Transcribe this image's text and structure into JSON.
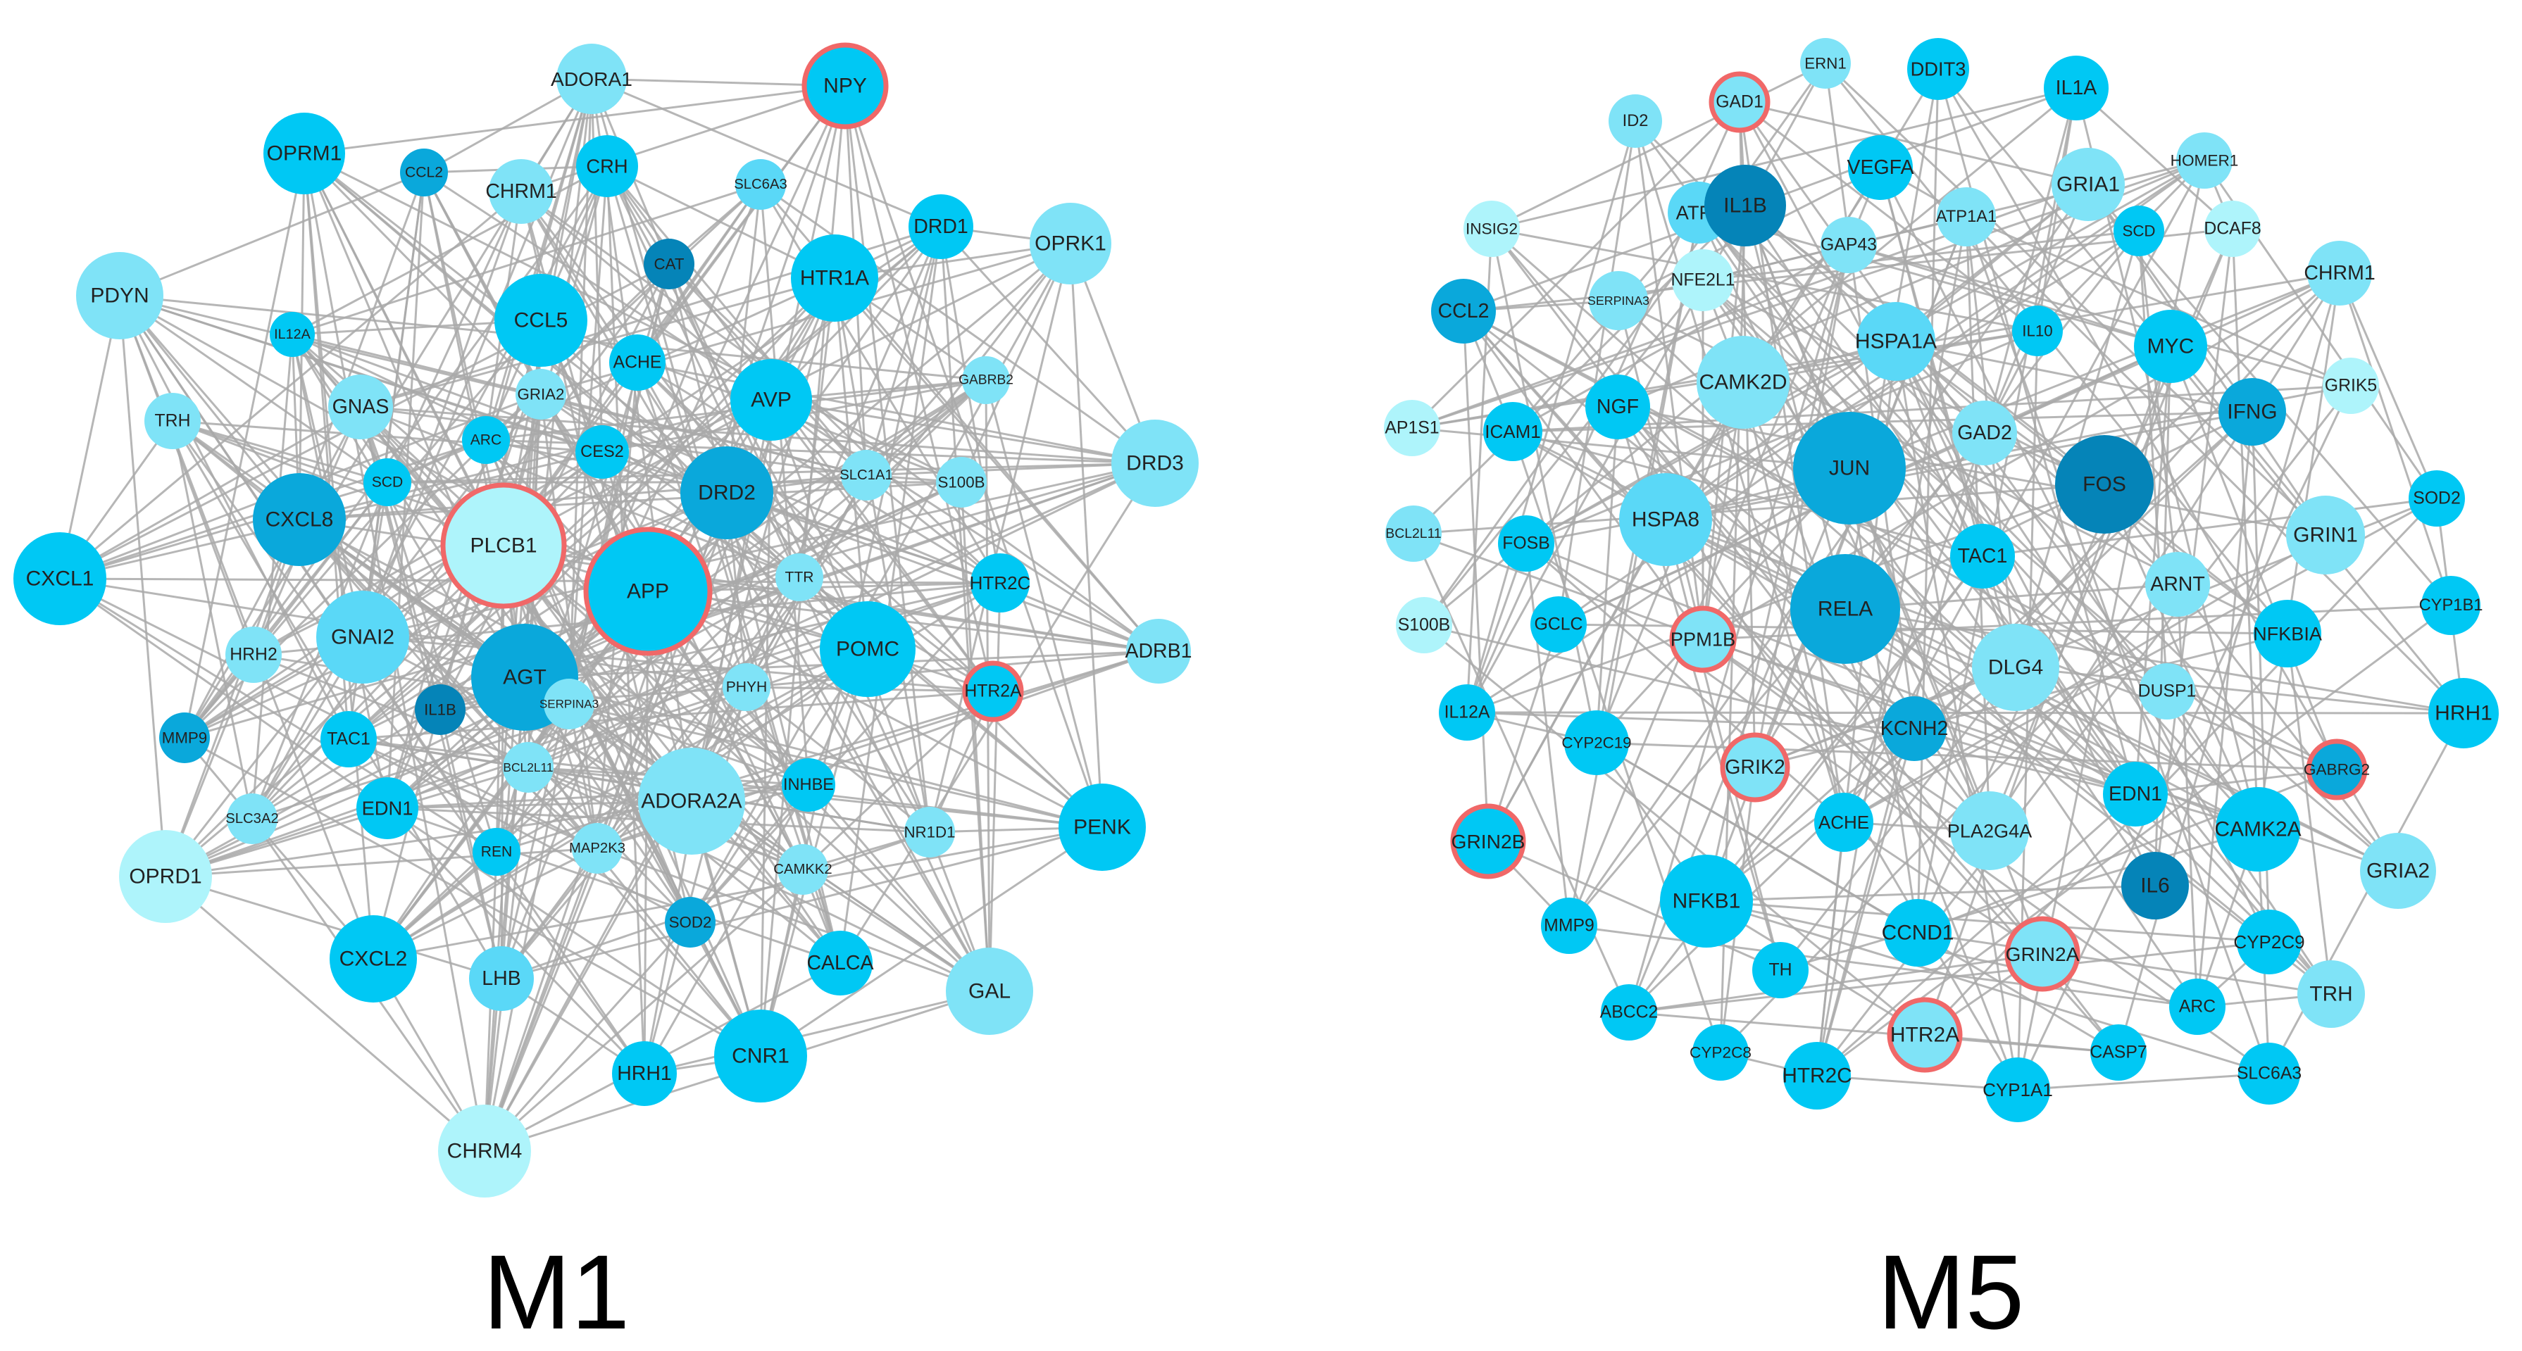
{
  "panels": [
    {
      "label": "M1",
      "nodes": [
        {
          "id": "ADORA1",
          "shade": 1
        },
        {
          "id": "NPY",
          "shade": 3,
          "highlight": true
        },
        {
          "id": "OPRM1",
          "shade": 3
        },
        {
          "id": "CCL2",
          "shade": 4
        },
        {
          "id": "CHRM1",
          "shade": 1
        },
        {
          "id": "CRH",
          "shade": 3
        },
        {
          "id": "SLC6A3",
          "shade": 2
        },
        {
          "id": "DRD1",
          "shade": 3
        },
        {
          "id": "OPRK1",
          "shade": 1
        },
        {
          "id": "PDYN",
          "shade": 1
        },
        {
          "id": "CAT",
          "shade": 5
        },
        {
          "id": "HTR1A",
          "shade": 3
        },
        {
          "id": "IL12A",
          "shade": 3
        },
        {
          "id": "CCL5",
          "shade": 3
        },
        {
          "id": "ACHE",
          "shade": 3
        },
        {
          "id": "GABRB2",
          "shade": 1
        },
        {
          "id": "TRH",
          "shade": 1
        },
        {
          "id": "GNAS",
          "shade": 1
        },
        {
          "id": "GRIA2",
          "shade": 1
        },
        {
          "id": "AVP",
          "shade": 3
        },
        {
          "id": "ARC",
          "shade": 3
        },
        {
          "id": "CES2",
          "shade": 3
        },
        {
          "id": "DRD3",
          "shade": 1
        },
        {
          "id": "SCD",
          "shade": 3
        },
        {
          "id": "SLC1A1",
          "shade": 1
        },
        {
          "id": "S100B",
          "shade": 1
        },
        {
          "id": "CXCL8",
          "shade": 4
        },
        {
          "id": "DRD2",
          "shade": 4
        },
        {
          "id": "PLCB1",
          "shade": 0,
          "highlight": true
        },
        {
          "id": "APP",
          "shade": 3,
          "highlight": true
        },
        {
          "id": "CXCL1",
          "shade": 3
        },
        {
          "id": "TTR",
          "shade": 1
        },
        {
          "id": "HTR2C",
          "shade": 3
        },
        {
          "id": "HRH2",
          "shade": 1
        },
        {
          "id": "GNAI2",
          "shade": 2
        },
        {
          "id": "POMC",
          "shade": 3
        },
        {
          "id": "ADRB1",
          "shade": 1
        },
        {
          "id": "AGT",
          "shade": 4
        },
        {
          "id": "IL1B",
          "shade": 5
        },
        {
          "id": "SERPINA3",
          "shade": 1
        },
        {
          "id": "PHYH",
          "shade": 1
        },
        {
          "id": "HTR2A",
          "shade": 3,
          "highlight": true
        },
        {
          "id": "MMP9",
          "shade": 4
        },
        {
          "id": "TAC1",
          "shade": 3
        },
        {
          "id": "BCL2L11",
          "shade": 1
        },
        {
          "id": "EDN1",
          "shade": 3
        },
        {
          "id": "ADORA2A",
          "shade": 1
        },
        {
          "id": "INHBE",
          "shade": 3
        },
        {
          "id": "SLC3A2",
          "shade": 1
        },
        {
          "id": "NR1D1",
          "shade": 1
        },
        {
          "id": "PENK",
          "shade": 3
        },
        {
          "id": "REN",
          "shade": 3
        },
        {
          "id": "MAP2K3",
          "shade": 1
        },
        {
          "id": "CAMKK2",
          "shade": 1
        },
        {
          "id": "OPRD1",
          "shade": 0
        },
        {
          "id": "SOD2",
          "shade": 4
        },
        {
          "id": "CXCL2",
          "shade": 3
        },
        {
          "id": "CALCA",
          "shade": 3
        },
        {
          "id": "GAL",
          "shade": 1
        },
        {
          "id": "LHB",
          "shade": 2
        },
        {
          "id": "CNR1",
          "shade": 3
        },
        {
          "id": "HRH1",
          "shade": 3
        },
        {
          "id": "CHRM4",
          "shade": 0
        }
      ]
    },
    {
      "label": "M5",
      "nodes": [
        {
          "id": "ERN1",
          "shade": 1
        },
        {
          "id": "DDIT3",
          "shade": 3
        },
        {
          "id": "IL1A",
          "shade": 3
        },
        {
          "id": "ID2",
          "shade": 1
        },
        {
          "id": "GAD1",
          "shade": 1,
          "highlight": true
        },
        {
          "id": "HOMER1",
          "shade": 1
        },
        {
          "id": "VEGFA",
          "shade": 3
        },
        {
          "id": "GRIA1",
          "shade": 1
        },
        {
          "id": "ATF3",
          "shade": 2
        },
        {
          "id": "IL1B",
          "shade": 5
        },
        {
          "id": "ATP1A1",
          "shade": 1
        },
        {
          "id": "INSIG2",
          "shade": 0
        },
        {
          "id": "SCD",
          "shade": 3
        },
        {
          "id": "DCAF8",
          "shade": 0
        },
        {
          "id": "GAP43",
          "shade": 1
        },
        {
          "id": "NFE2L1",
          "shade": 0
        },
        {
          "id": "CHRM1",
          "shade": 1
        },
        {
          "id": "CCL2",
          "shade": 4
        },
        {
          "id": "SERPINA3",
          "shade": 1
        },
        {
          "id": "IL10",
          "shade": 3
        },
        {
          "id": "MYC",
          "shade": 3
        },
        {
          "id": "HSPA1A",
          "shade": 2
        },
        {
          "id": "CAMK2D",
          "shade": 1
        },
        {
          "id": "GRIK5",
          "shade": 0
        },
        {
          "id": "NGF",
          "shade": 3
        },
        {
          "id": "AP1S1",
          "shade": 0
        },
        {
          "id": "ICAM1",
          "shade": 3
        },
        {
          "id": "IFNG",
          "shade": 4
        },
        {
          "id": "GAD2",
          "shade": 1
        },
        {
          "id": "JUN",
          "shade": 4
        },
        {
          "id": "FOS",
          "shade": 5
        },
        {
          "id": "SOD2",
          "shade": 3
        },
        {
          "id": "BCL2L11",
          "shade": 1
        },
        {
          "id": "HSPA8",
          "shade": 2
        },
        {
          "id": "FOSB",
          "shade": 3
        },
        {
          "id": "GRIN1",
          "shade": 1
        },
        {
          "id": "TAC1",
          "shade": 3
        },
        {
          "id": "ARNT",
          "shade": 1
        },
        {
          "id": "CYP1B1",
          "shade": 3
        },
        {
          "id": "RELA",
          "shade": 4
        },
        {
          "id": "S100B",
          "shade": 0
        },
        {
          "id": "GCLC",
          "shade": 3
        },
        {
          "id": "PPM1B",
          "shade": 1,
          "highlight": true
        },
        {
          "id": "NFKBIA",
          "shade": 3
        },
        {
          "id": "DLG4",
          "shade": 1
        },
        {
          "id": "DUSP1",
          "shade": 1
        },
        {
          "id": "HRH1",
          "shade": 3
        },
        {
          "id": "IL12A",
          "shade": 3
        },
        {
          "id": "CYP2C19",
          "shade": 3
        },
        {
          "id": "KCNH2",
          "shade": 4
        },
        {
          "id": "GRIK2",
          "shade": 1,
          "highlight": true
        },
        {
          "id": "GABRG2",
          "shade": 4,
          "highlight": true
        },
        {
          "id": "EDN1",
          "shade": 3
        },
        {
          "id": "ACHE",
          "shade": 3
        },
        {
          "id": "GRIN2B",
          "shade": 3,
          "highlight": true
        },
        {
          "id": "PLA2G4A",
          "shade": 1
        },
        {
          "id": "CAMK2A",
          "shade": 3
        },
        {
          "id": "GRIA2",
          "shade": 1
        },
        {
          "id": "NFKB1",
          "shade": 3
        },
        {
          "id": "IL6",
          "shade": 5
        },
        {
          "id": "MMP9",
          "shade": 3
        },
        {
          "id": "CCND1",
          "shade": 3
        },
        {
          "id": "GRIN2A",
          "shade": 1,
          "highlight": true
        },
        {
          "id": "CYP2C9",
          "shade": 3
        },
        {
          "id": "TH",
          "shade": 3
        },
        {
          "id": "ABCC2",
          "shade": 3
        },
        {
          "id": "ARC",
          "shade": 3
        },
        {
          "id": "TRH",
          "shade": 1
        },
        {
          "id": "HTR2A",
          "shade": 1,
          "highlight": true
        },
        {
          "id": "CYP2C8",
          "shade": 3
        },
        {
          "id": "HTR2C",
          "shade": 3
        },
        {
          "id": "CASP7",
          "shade": 3
        },
        {
          "id": "SLC6A3",
          "shade": 3
        },
        {
          "id": "CYP1A1",
          "shade": 3
        }
      ]
    }
  ],
  "colors": {
    "shades": [
      "#aef4fb",
      "#7fe3f7",
      "#5ad8f7",
      "#00c8f4",
      "#0aa8db",
      "#0584b8"
    ],
    "highlight_ring": "#f06868",
    "edge": "#a9a9a9",
    "background": "#ffffff"
  }
}
